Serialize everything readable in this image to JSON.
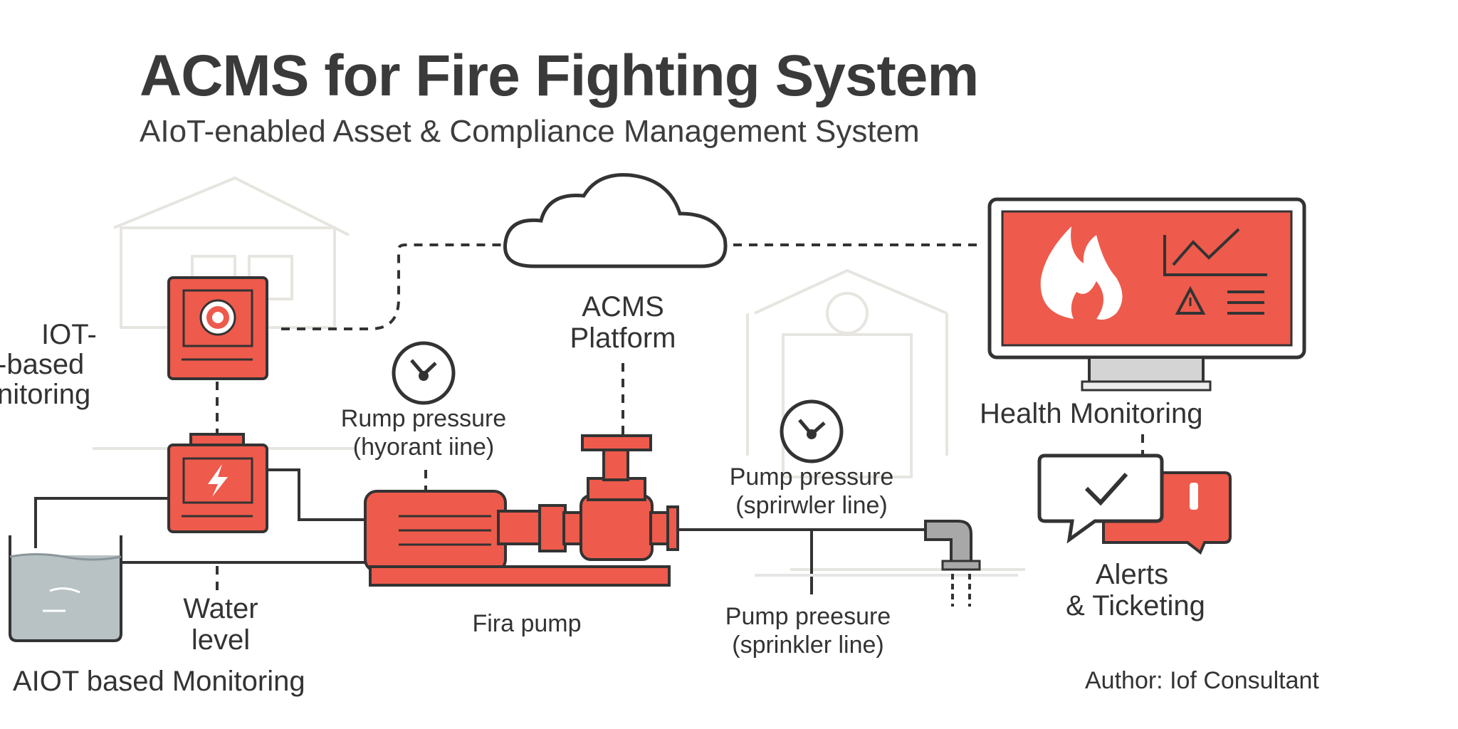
{
  "header": {
    "title": "ACMS for Fire Fighting System",
    "subtitle": "AIoT-enabled Asset & Compliance Management System"
  },
  "labels": {
    "iot_line1": "IOT-",
    "iot_line2": "-based",
    "iot_line3": "nitoring",
    "platform_line1": "ACMS",
    "platform_line2": "Platform",
    "health_monitoring": "Health Monitoring",
    "hydrant_line1": "Rump pressure",
    "hydrant_line2": "(hyorant iine)",
    "sprinkler_top_line1": "Pump pressure",
    "sprinkler_top_line2": "(sprirwler line)",
    "sprinkler_bottom_line1": "Pump preesure",
    "sprinkler_bottom_line2": "(sprinkler line)",
    "water_line1": "Water",
    "water_line2": "level",
    "fire_pump": "Fira pump",
    "alerts_line1": "Alerts",
    "alerts_line2": "& Ticketing",
    "aiot_monitoring": "AIOT based Monitoring",
    "author": "Author: Iof Consultant"
  },
  "colors": {
    "accent_red": "#ee5a4b",
    "dark_outline": "#333333",
    "faint_house": "#e6e4df",
    "water": "#b8c2c5"
  },
  "icons": [
    "cloud-icon",
    "monitor-icon",
    "flame-icon",
    "trend-chart-icon",
    "warning-icon",
    "menu-lines-icon",
    "gauge-icon",
    "chat-check-icon",
    "pipe-icon",
    "fire-pump-icon",
    "control-panel-icon",
    "sensor-icon",
    "water-tank-icon",
    "house-icon"
  ]
}
